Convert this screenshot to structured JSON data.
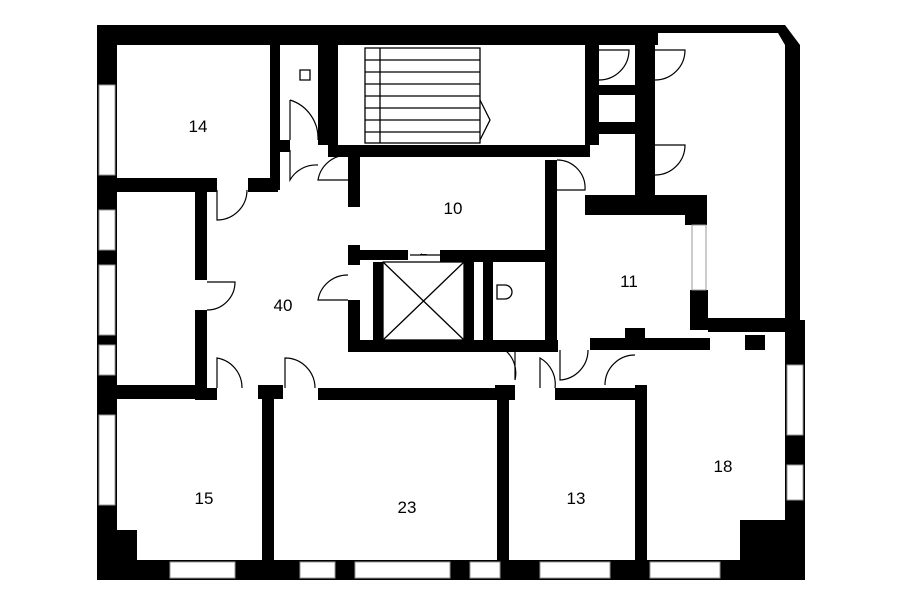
{
  "plan": {
    "rooms": [
      {
        "id": "room-14",
        "label": "14"
      },
      {
        "id": "room-10",
        "label": "10"
      },
      {
        "id": "room-40",
        "label": "40"
      },
      {
        "id": "room-11",
        "label": "11"
      },
      {
        "id": "room-15",
        "label": "15"
      },
      {
        "id": "room-23",
        "label": "23"
      },
      {
        "id": "room-13",
        "label": "13"
      },
      {
        "id": "room-18",
        "label": "18"
      }
    ],
    "elevator_arrow": "←"
  }
}
